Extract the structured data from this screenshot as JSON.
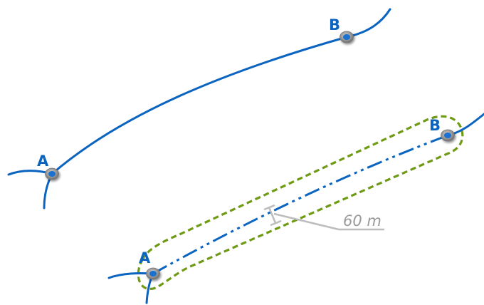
{
  "colors": {
    "road": "#0a64c0",
    "buffer": "#6f9a14",
    "dimension": "#bdbdbd",
    "dimension_text": "#9a9a9a",
    "node_outer": "#8a8a8a",
    "node_inner": "#1f6fd0"
  },
  "top_road": {
    "start_label": "A",
    "end_label": "B"
  },
  "buffered_road": {
    "start_label": "A",
    "end_label": "B",
    "buffer_distance": "60 m"
  }
}
